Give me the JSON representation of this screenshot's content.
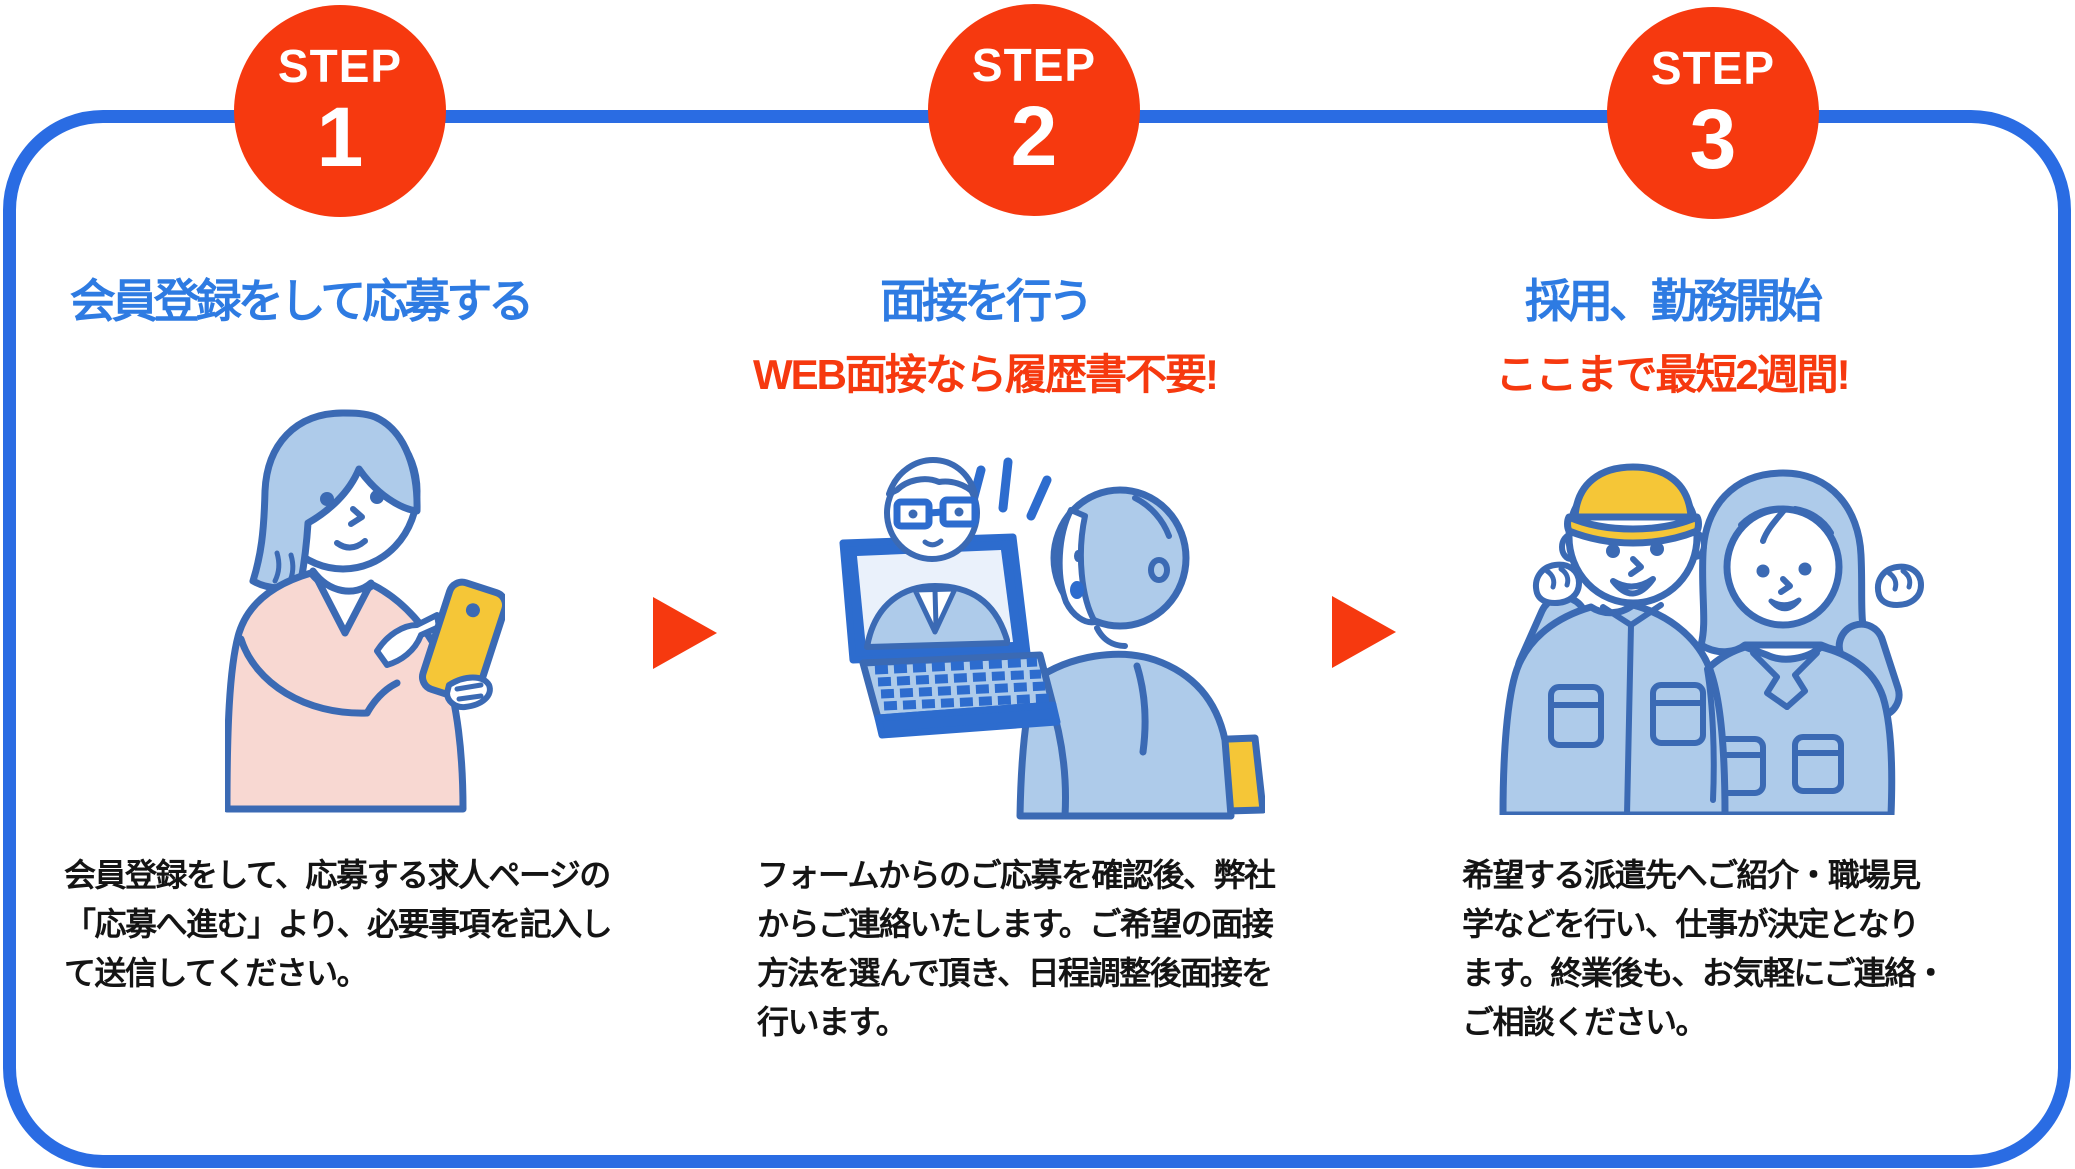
{
  "colors": {
    "accent_red": "#F6390F",
    "frame_blue": "#2A6CE3",
    "title_blue": "#2E7BE2",
    "illustration_outline_blue": "#3B6AB4",
    "illustration_fill_blue": "#AECBEA",
    "laptop_dark_blue": "#2D6CCE",
    "sweater_pink": "#F8D8D2",
    "accent_yellow": "#F5C637",
    "body_text": "#141414"
  },
  "icons": {
    "step_arrow": "right-pointing-triangle"
  },
  "steps": [
    {
      "badge_label": "STEP",
      "badge_number": "1",
      "title": "会員登録をして応募する",
      "subtitle": "",
      "illustration": "woman-registering-on-smartphone",
      "body_lines": [
        "会員登録をして、応募する求人ページの",
        "「応募へ進む」より、必要事項を記入し",
        "て送信してください。"
      ]
    },
    {
      "badge_label": "STEP",
      "badge_number": "2",
      "title": "面接を行う",
      "subtitle": "WEB面接なら履歴書不要!",
      "illustration": "online-web-interview-laptop",
      "body_lines": [
        "フォームからのご応募を確認後、弊社",
        "からご連絡いたします。ご希望の面接",
        "方法を選んで頂き、日程調整後面接を",
        "行います。"
      ]
    },
    {
      "badge_label": "STEP",
      "badge_number": "3",
      "title": "採用、勤務開始",
      "subtitle": "ここまで最短2週間!",
      "illustration": "two-workers-celebrating",
      "body_lines": [
        "希望する派遣先へご紹介・職場見",
        "学などを行い、仕事が決定となり",
        "ます。終業後も、お気軽にご連絡・",
        "ご相談ください。"
      ]
    }
  ]
}
